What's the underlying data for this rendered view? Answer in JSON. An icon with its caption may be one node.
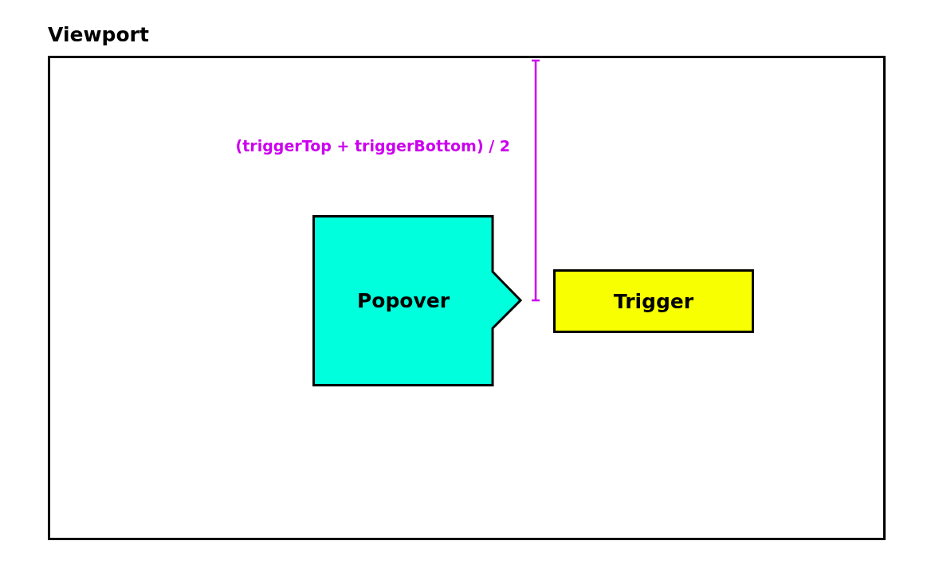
{
  "diagram": {
    "nodes": [
      {
        "text": [
          "Viewport"
        ]
      },
      {
        "text": [
          "Popover"
        ],
        "in": 0
      },
      {
        "text": [
          "Trigger"
        ],
        "in": 0
      }
    ],
    "labels": [
      "(triggerTop + triggerBottom) / 2"
    ]
  }
}
